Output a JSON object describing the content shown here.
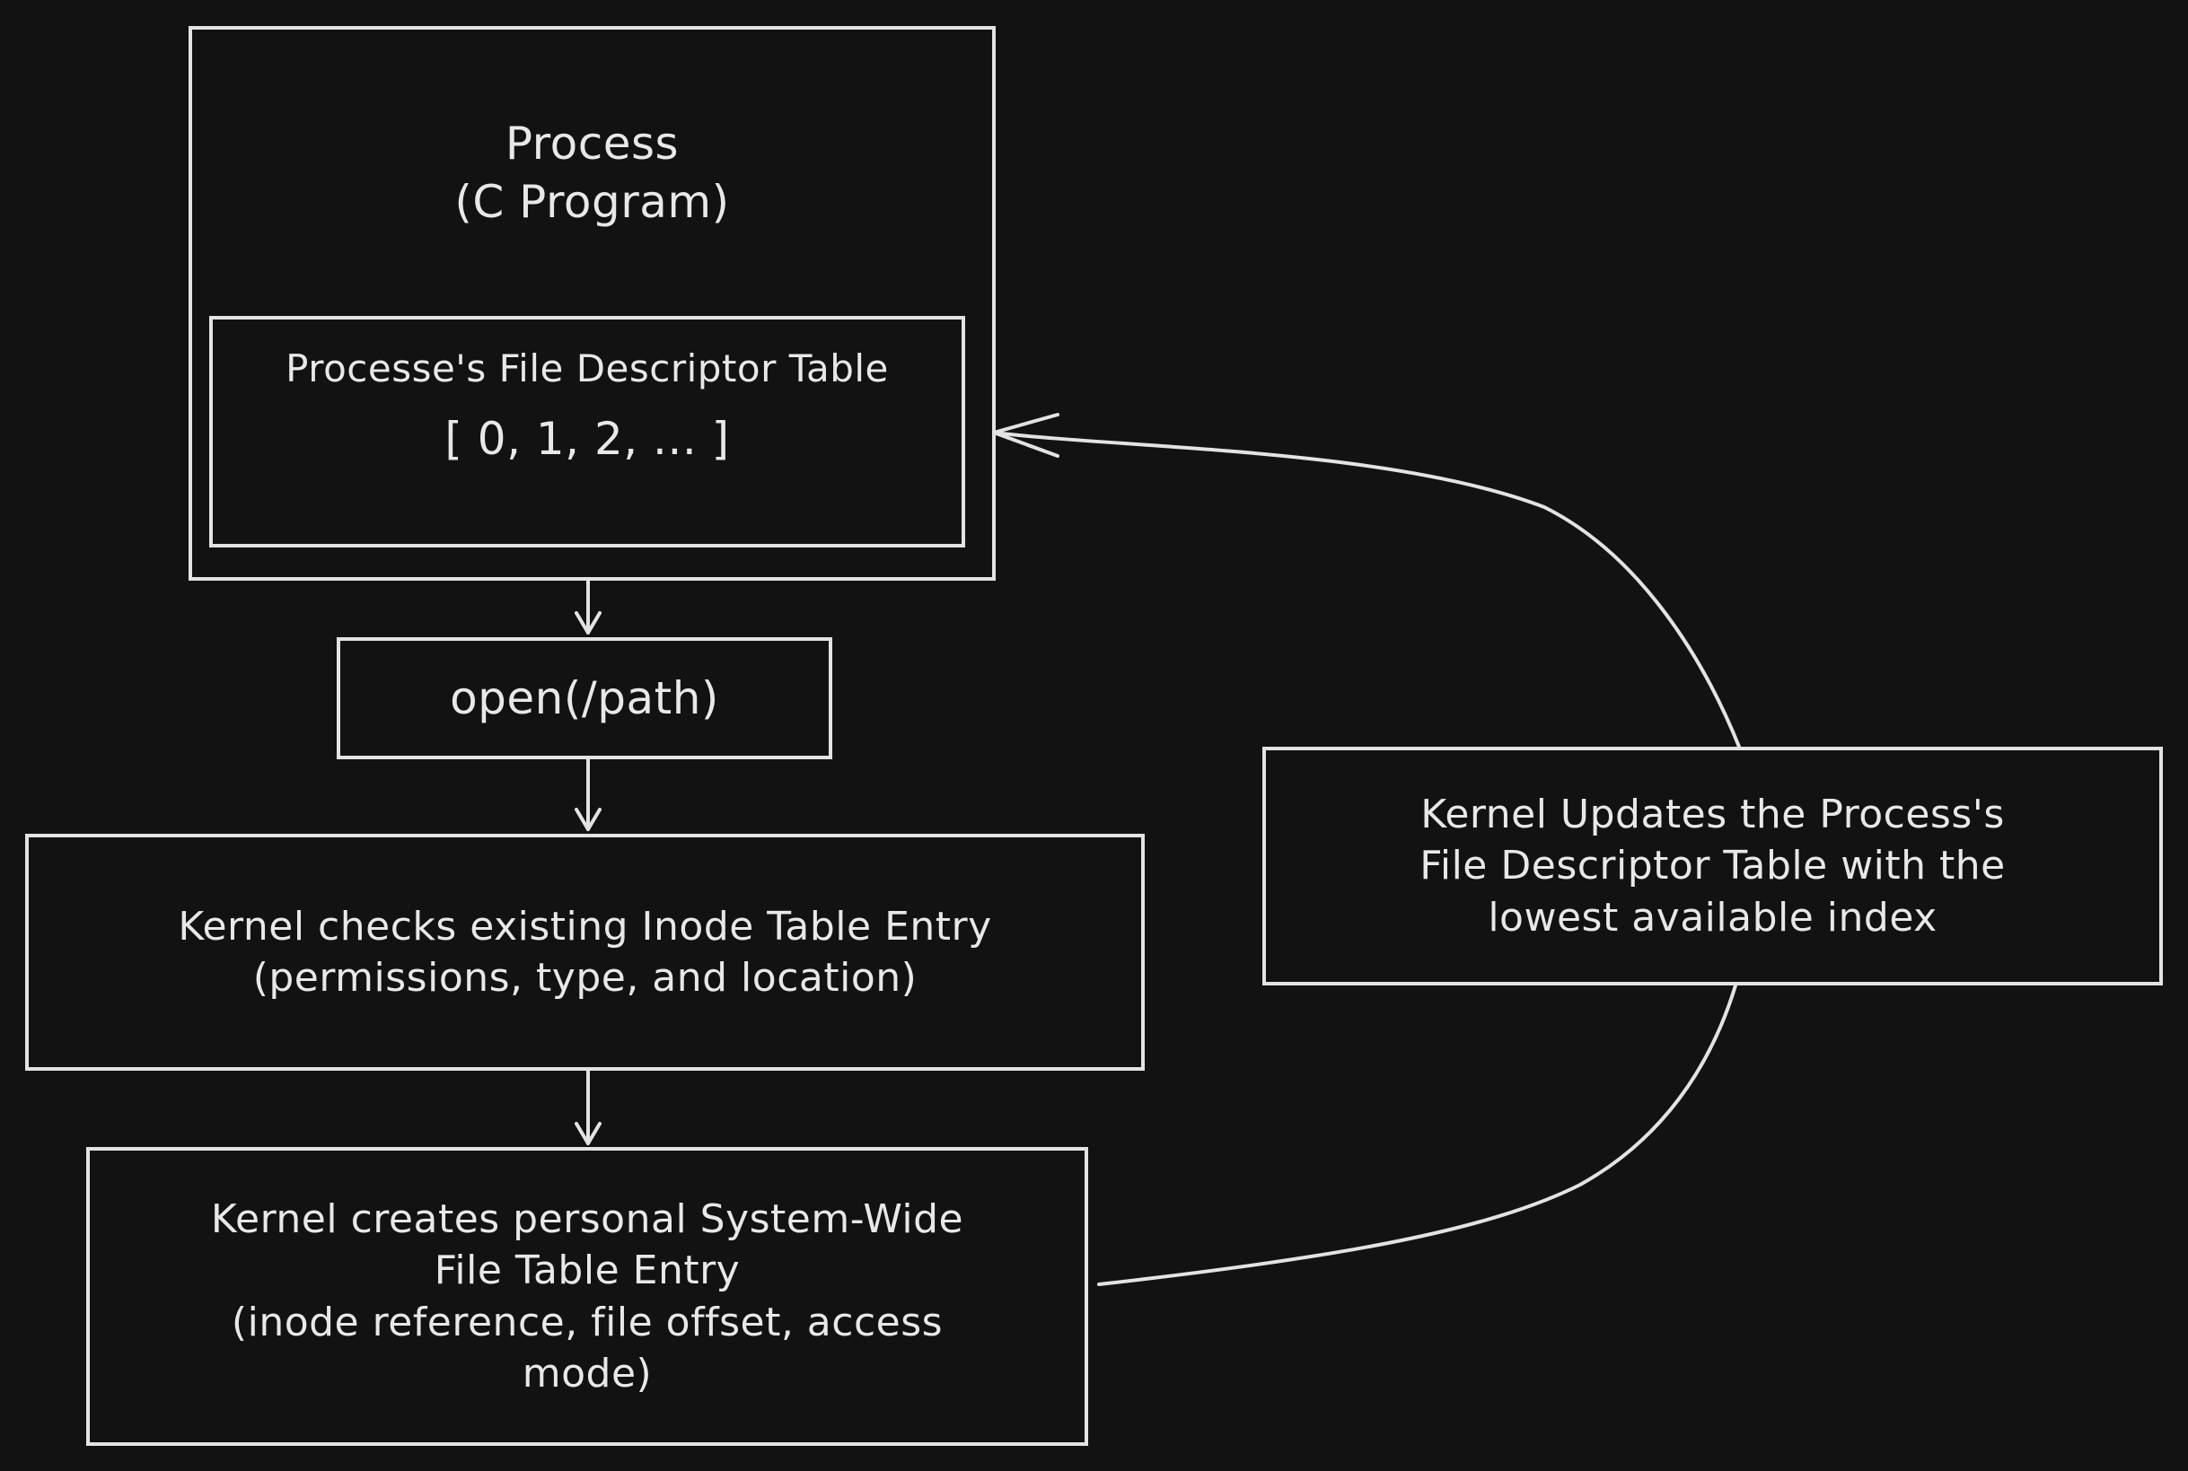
{
  "process": {
    "title_line1": "Process",
    "title_line2": "(C Program)",
    "fd_table": {
      "title": "Processe's File Descriptor Table",
      "values": "[ 0, 1, 2, ... ]"
    }
  },
  "open_call": {
    "label": "open(/path)"
  },
  "inode_check": {
    "line1": "Kernel checks existing Inode Table Entry",
    "line2": "(permissions, type, and location)"
  },
  "file_table": {
    "line1": "Kernel creates personal System-Wide",
    "line2": "File Table Entry",
    "line3": "(inode reference, file offset, access",
    "line4": "mode)"
  },
  "kernel_update": {
    "line1": "Kernel Updates the Process's",
    "line2": "File Descriptor Table with the",
    "line3": "lowest available index"
  },
  "colors": {
    "background": "#121212",
    "stroke": "#e3e3e3",
    "text": "#e8e8e8"
  }
}
